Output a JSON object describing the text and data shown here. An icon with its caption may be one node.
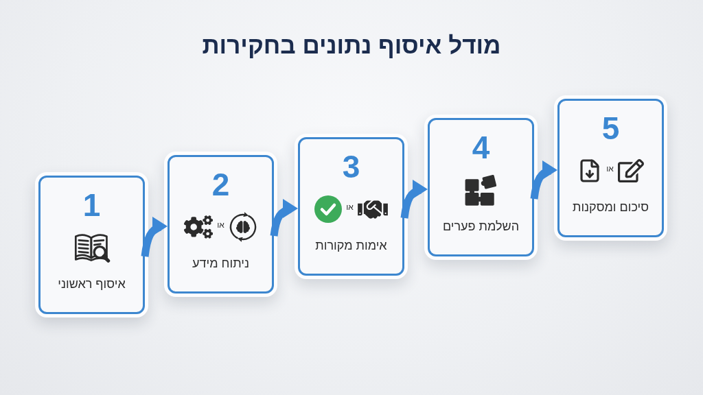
{
  "diagram": {
    "title": "מודל איסוף נתונים בחקירות",
    "nodes": [
      {
        "text": [
          "1",
          "איסוף ראשוני"
        ]
      },
      {
        "text": [
          "2",
          "או",
          "ניתוח מידע"
        ]
      },
      {
        "text": [
          "3",
          "או",
          "אימות מקורות"
        ]
      },
      {
        "text": [
          "4",
          "השלמת פערים"
        ]
      },
      {
        "text": [
          "5",
          "או",
          "סיכום ומסקנות"
        ]
      }
    ],
    "edges": [
      {
        "from": 0,
        "to": 1,
        "arrow": "to"
      },
      {
        "from": 1,
        "to": 2,
        "arrow": "to"
      },
      {
        "from": 2,
        "to": 3,
        "arrow": "to"
      },
      {
        "from": 3,
        "to": 4,
        "arrow": "to"
      }
    ]
  }
}
